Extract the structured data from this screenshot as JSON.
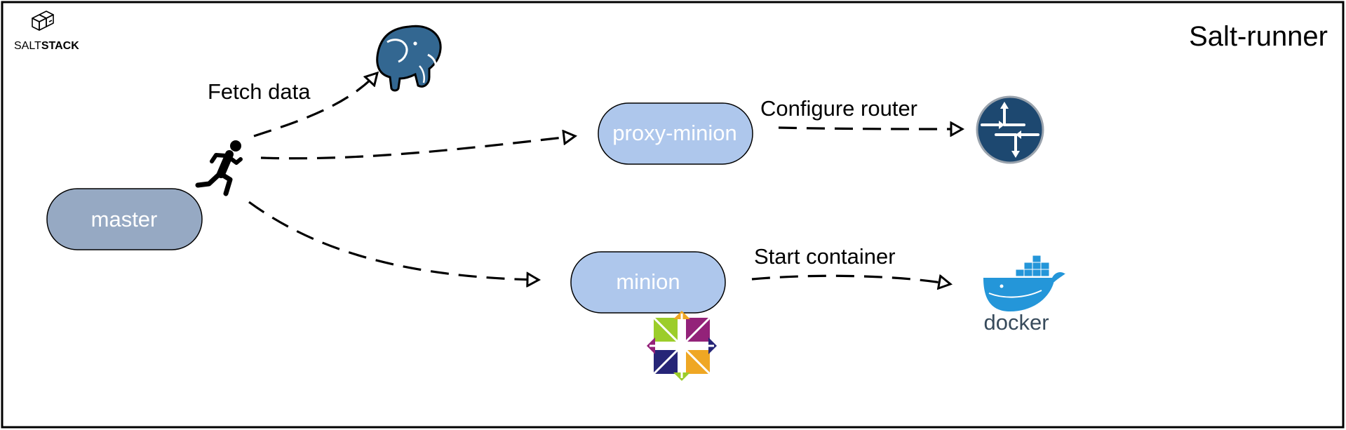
{
  "diagram": {
    "title": "Salt-runner",
    "logo": {
      "text_light": "SALT",
      "text_bold": "STACK",
      "icon": "saltstack-cube-icon"
    },
    "nodes": {
      "master": {
        "label": "master",
        "fill": "#96a9c3"
      },
      "proxy_minion": {
        "label": "proxy-minion",
        "fill": "#aec7ec"
      },
      "minion": {
        "label": "minion",
        "fill": "#aec7ec"
      }
    },
    "edge_labels": {
      "fetch_data": "Fetch data",
      "configure_router": "Configure router",
      "start_container": "Start container"
    },
    "icons": {
      "runner": "runner-icon",
      "database": "postgresql-elephant-icon",
      "router": "router-icon",
      "docker": "docker-whale-icon",
      "centos": "centos-icon"
    },
    "docker_wordmark": "docker",
    "colors": {
      "router_blue": "#1d4870",
      "docker_blue": "#2496d9",
      "docker_text": "#384b5c",
      "postgres_blue": "#336791"
    }
  }
}
